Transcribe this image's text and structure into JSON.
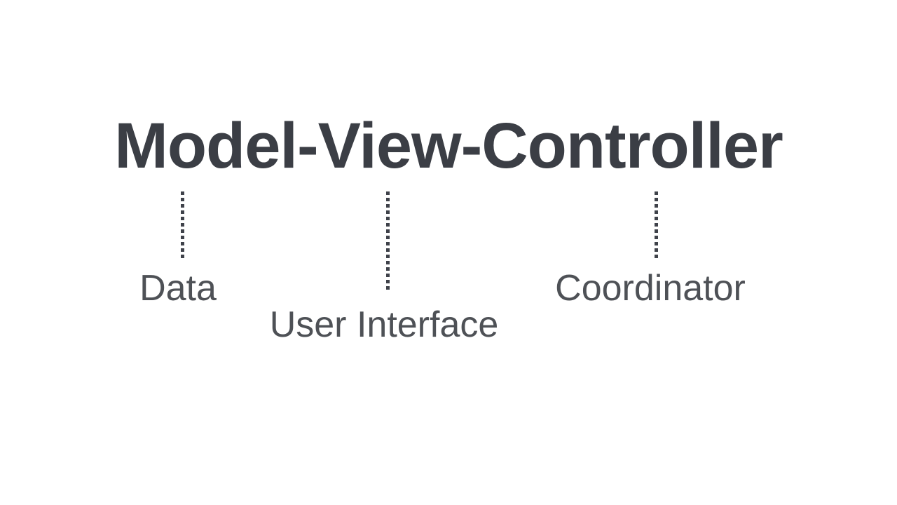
{
  "slide": {
    "background_color": "#ffffff",
    "title": "Model-View-Controller",
    "title_color": "#3b3e45",
    "label_color": "#4e5156",
    "connector_color": "#3f424a",
    "nodes": [
      {
        "component": "Model",
        "annotation": "Data"
      },
      {
        "component": "View",
        "annotation": "User Interface"
      },
      {
        "component": "Controller",
        "annotation": "Coordinator"
      }
    ]
  }
}
